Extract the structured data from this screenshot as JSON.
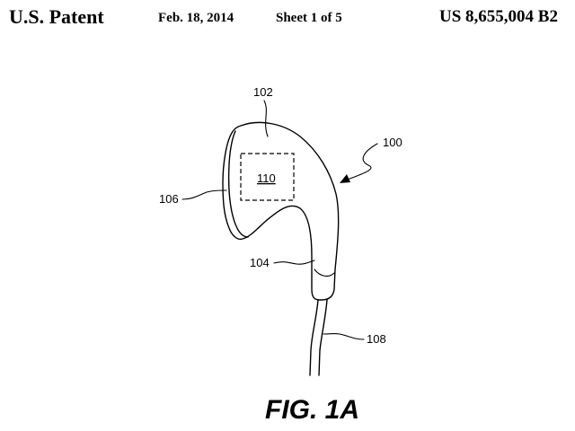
{
  "header": {
    "title": "U.S. Patent",
    "date": "Feb. 18, 2014",
    "sheet": "Sheet 1 of 5",
    "patent_number": "US 8,655,004 B2"
  },
  "figure": {
    "caption": "FIG. 1A",
    "labels": {
      "earbud_assembly": "100",
      "housing": "102",
      "stem": "104",
      "front_face": "106",
      "cable": "108",
      "internal_component": "110"
    }
  }
}
